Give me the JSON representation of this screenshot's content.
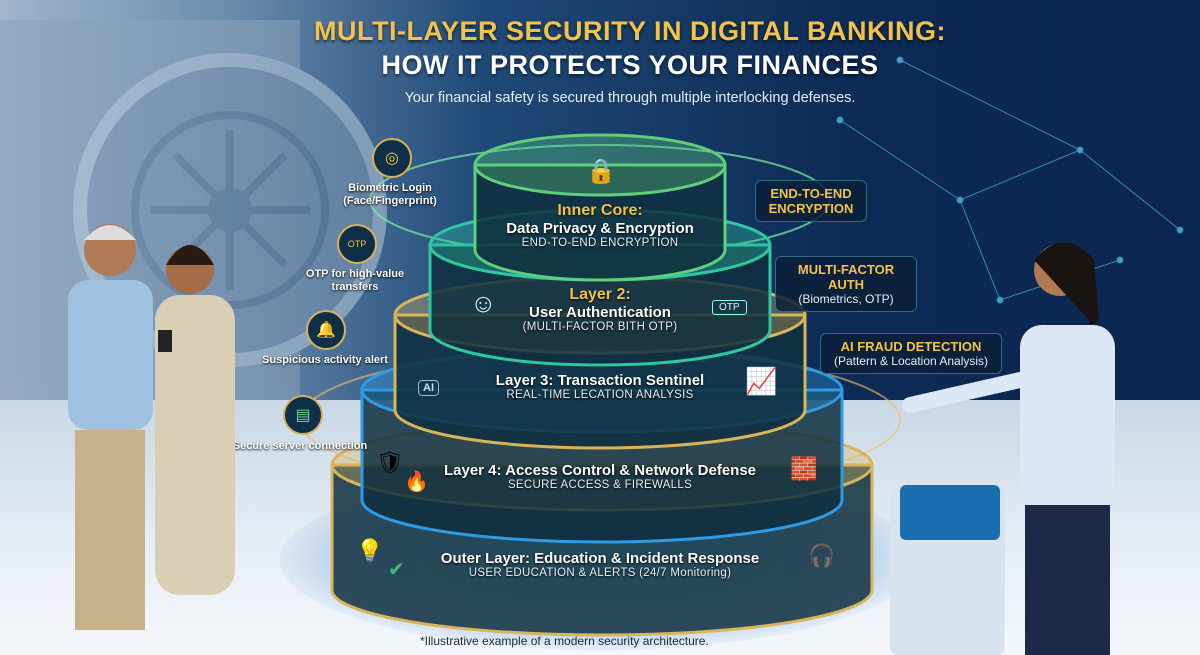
{
  "header": {
    "title_line1": "MULTI-LAYER SECURITY IN DIGITAL BANKING:",
    "title_line2": "HOW IT PROTECTS YOUR FINANCES",
    "subtitle": "Your financial safety is secured through multiple interlocking defenses."
  },
  "layers": [
    {
      "title_a": "Inner Core:",
      "title_b": "Data Privacy & Encryption",
      "sub": "END-TO-END ENCRYPTION",
      "color": "#5fcf7a",
      "icons": [
        "lock-icon",
        "binary-data-icon"
      ]
    },
    {
      "title_a": "Layer 2:",
      "title_b": "User Authentication",
      "sub": "(MULTI-FACTOR BITH OTP)",
      "color": "#2fc7a0",
      "icons": [
        "face-id-icon",
        "fingerprint-icon",
        "otp-icon"
      ],
      "badge": "OTP"
    },
    {
      "title": "Layer 3: Transaction Sentinel",
      "sub": "REAL-TIME LECATION ANALYSIS",
      "color": "#d8b45a",
      "icons": [
        "ai-robot-icon",
        "shield-check-icon",
        "chart-icon"
      ],
      "badge": "AI"
    },
    {
      "title": "Layer 4: Access Control & Network Defense",
      "sub": "SECURE ACCESS & FIREWALLS",
      "color": "#2e9be6",
      "icons": [
        "shield-icon",
        "fire-icon",
        "cloud-firewall-icon"
      ]
    },
    {
      "title": "Outer Layer: Education & Incident Response",
      "sub": "USER EDUCATION & ALERTS (24/7 Monitoring)",
      "color": "#d8b45a",
      "icons": [
        "lightbulb-icon",
        "shield-check-icon",
        "support-agent-icon"
      ]
    }
  ],
  "left_features": [
    {
      "label": "Biometric Login (Face/Fingerprint)",
      "icon": "fingerprint-icon"
    },
    {
      "label": "OTP for high-value transfers",
      "icon": "otp-phone-icon",
      "badge": "OTP"
    },
    {
      "label": "Suspicious activity alert",
      "icon": "alert-bell-icon"
    },
    {
      "label": "Secure server connection",
      "icon": "server-lock-icon"
    }
  ],
  "right_callouts": [
    {
      "title": "END-TO-END ENCRYPTION",
      "sub": ""
    },
    {
      "title": "MULTI-FACTOR AUTH",
      "sub": "(Biometrics, OTP)"
    },
    {
      "title": "AI FRAUD DETECTION",
      "sub": "(Pattern & Location Analysis)"
    }
  ],
  "footnote": "*Illustrative example of a modern security architecture.",
  "colors": {
    "gold": "#f2c24a",
    "background": "#0d2b55",
    "glow": "#28c8e6"
  }
}
